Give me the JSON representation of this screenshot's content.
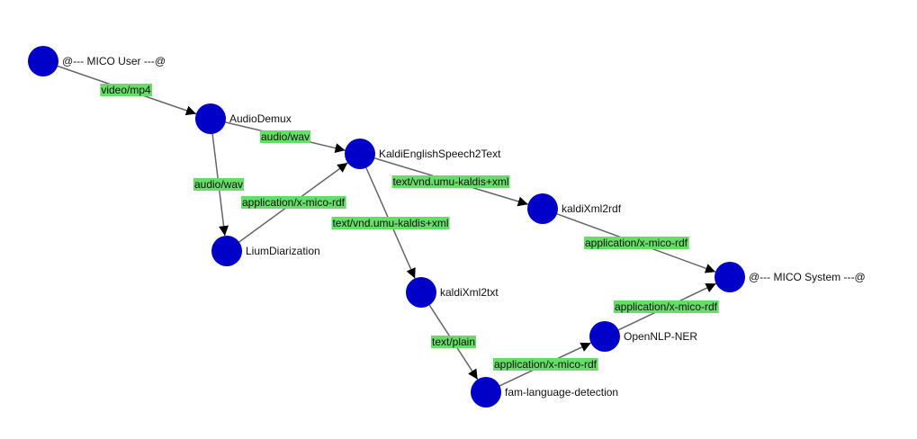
{
  "colors": {
    "node_fill": "#0000c8",
    "edge_stroke": "#666666",
    "arrow_fill": "#000000",
    "edge_label_bg": "#66dd66",
    "background": "#ffffff"
  },
  "nodes": [
    {
      "id": "mico-user",
      "label": "@--- MICO User ---@"
    },
    {
      "id": "audio-demux",
      "label": "AudioDemux"
    },
    {
      "id": "kaldi-english",
      "label": "KaldiEnglishSpeech2Text"
    },
    {
      "id": "lium-diarization",
      "label": "LiumDiarization"
    },
    {
      "id": "kaldi-xml2rdf",
      "label": "kaldiXml2rdf"
    },
    {
      "id": "kaldi-xml2txt",
      "label": "kaldiXml2txt"
    },
    {
      "id": "mico-system",
      "label": "@--- MICO System ---@"
    },
    {
      "id": "opennlp-ner",
      "label": "OpenNLP-NER"
    },
    {
      "id": "fam-language",
      "label": "fam-language-detection"
    }
  ],
  "edges": [
    {
      "from": "mico-user",
      "to": "audio-demux",
      "label": "video/mp4"
    },
    {
      "from": "audio-demux",
      "to": "kaldi-english",
      "label": "audio/wav"
    },
    {
      "from": "audio-demux",
      "to": "lium-diarization",
      "label": "audio/wav"
    },
    {
      "from": "lium-diarization",
      "to": "kaldi-english",
      "label": "application/x-mico-rdf"
    },
    {
      "from": "kaldi-english",
      "to": "kaldi-xml2rdf",
      "label": "text/vnd.umu-kaldis+xml"
    },
    {
      "from": "kaldi-english",
      "to": "kaldi-xml2txt",
      "label": "text/vnd.umu-kaldis+xml"
    },
    {
      "from": "kaldi-xml2rdf",
      "to": "mico-system",
      "label": "application/x-mico-rdf"
    },
    {
      "from": "kaldi-xml2txt",
      "to": "fam-language",
      "label": "text/plain"
    },
    {
      "from": "fam-language",
      "to": "opennlp-ner",
      "label": "application/x-mico-rdf"
    },
    {
      "from": "opennlp-ner",
      "to": "mico-system",
      "label": "application/x-mico-rdf"
    }
  ]
}
